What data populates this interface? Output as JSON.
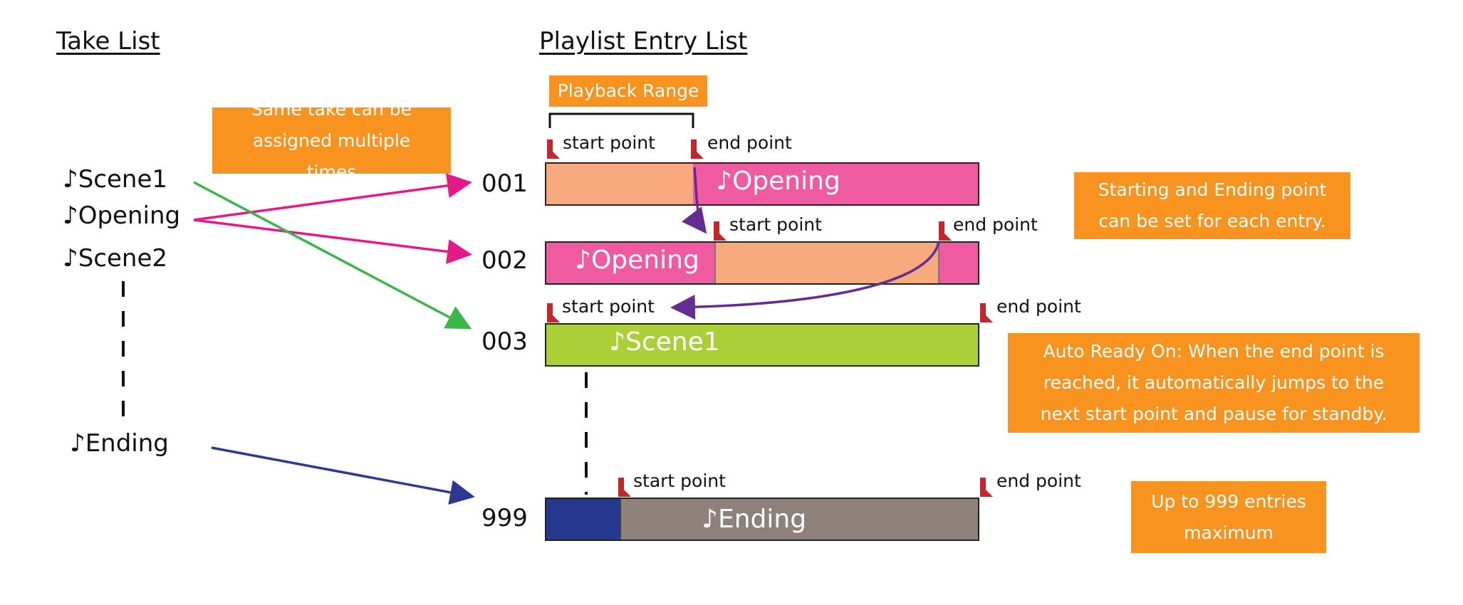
{
  "headings": {
    "take_list": "Take List",
    "playlist": "Playlist Entry List"
  },
  "takes": [
    "♪Scene1",
    "♪Opening",
    "♪Scene2",
    "♪Ending"
  ],
  "entries": [
    "001",
    "002",
    "003",
    "999"
  ],
  "bars": {
    "entry001": "♪Opening",
    "entry002": "♪Opening",
    "entry003": "♪Scene1",
    "entry999": "♪Ending"
  },
  "labels": {
    "start": "start point",
    "end": "end point"
  },
  "notes": {
    "playback_range": "Playback Range",
    "same_take": "Same take can be assigned multiple times",
    "start_end": "Starting and Ending point can be set for each entry.",
    "auto_ready": "Auto Ready On: When the end point is reached, it automatically jumps to the next start point and pause for standby.",
    "max_entries": "Up to 999 entries maximum"
  },
  "colors": {
    "pink": "#ef5aa0",
    "salmon": "#f8a97e",
    "green": "#abd037",
    "navy": "#25378f",
    "taupe": "#8d8179",
    "orange": "#f7931e",
    "marker": "#c1272d",
    "arrow_pink": "#e6198a",
    "arrow_green": "#3cb54a",
    "arrow_navy": "#2b3990",
    "arrow_purple": "#662d91"
  }
}
